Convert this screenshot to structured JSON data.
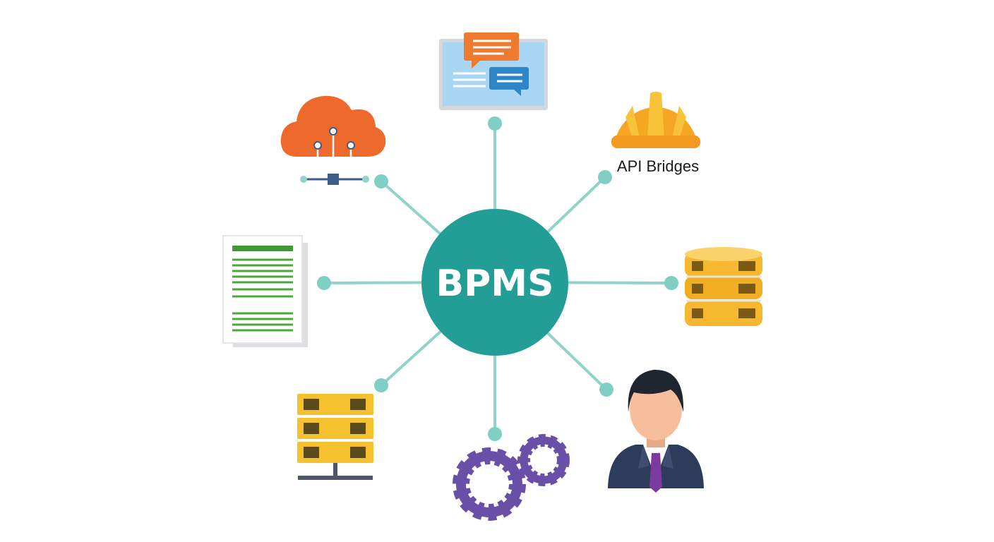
{
  "diagram": {
    "hub": {
      "label": "BPMS"
    },
    "nodes": [
      {
        "id": "chat",
        "icon": "chat-bubbles-icon",
        "label": ""
      },
      {
        "id": "helmet",
        "icon": "hard-hat-icon",
        "label": "API Bridges"
      },
      {
        "id": "database",
        "icon": "database-stack-icon",
        "label": ""
      },
      {
        "id": "person",
        "icon": "businessman-icon",
        "label": ""
      },
      {
        "id": "gears",
        "icon": "gears-icon",
        "label": ""
      },
      {
        "id": "server",
        "icon": "server-rack-icon",
        "label": ""
      },
      {
        "id": "document",
        "icon": "document-icon",
        "label": ""
      },
      {
        "id": "cloud",
        "icon": "cloud-network-icon",
        "label": ""
      }
    ]
  },
  "colors": {
    "hub": "#239E96",
    "connector": "#8FD3C9",
    "connector_dot": "#7FCFC4",
    "cloud": "#EE6A2C",
    "helmet": "#F5A623",
    "database": "#F5B82E",
    "server": "#F6C12F",
    "gears": "#6A4FA8",
    "document_green": "#4CA63A",
    "chat_screen": "#A9D6F2",
    "chat_orange": "#EE7A30",
    "chat_blue": "#2E86C9"
  }
}
